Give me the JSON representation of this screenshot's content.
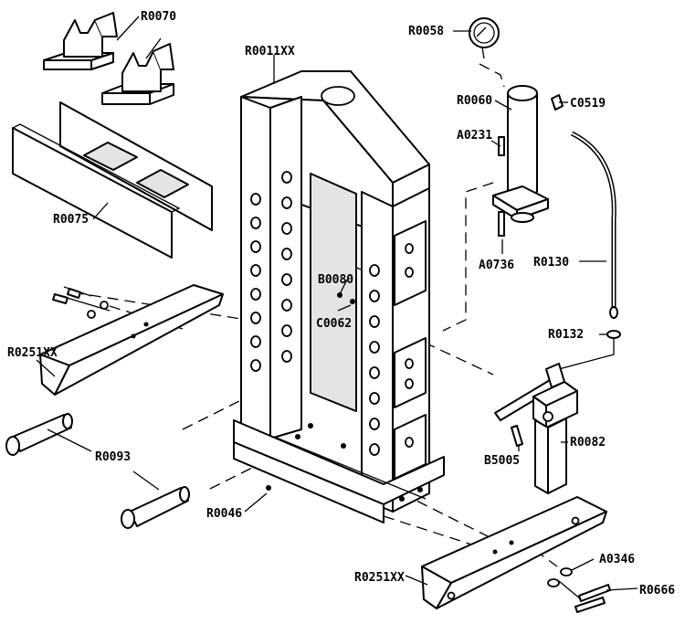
{
  "parts": {
    "frame": "R0011XX",
    "gauge": "R0058",
    "cylinder": "R0060",
    "fitting": "C0519",
    "cylinder_screw": "A0231",
    "cylinder_bolt": "A0736",
    "v_blocks": "R0070",
    "press_plates": "R0075",
    "hose": "R0130",
    "hose_washer": "R0132",
    "pin_top": "B0080",
    "pin_clip": "C0062",
    "pump": "R0082",
    "pump_bolt": "B5005",
    "foot_left": "R0251XX",
    "foot_right": "R0251XX",
    "support_pin": "R0093",
    "frame_bolt": "R0046",
    "washer": "A0346",
    "foot_bolt": "R0666"
  }
}
